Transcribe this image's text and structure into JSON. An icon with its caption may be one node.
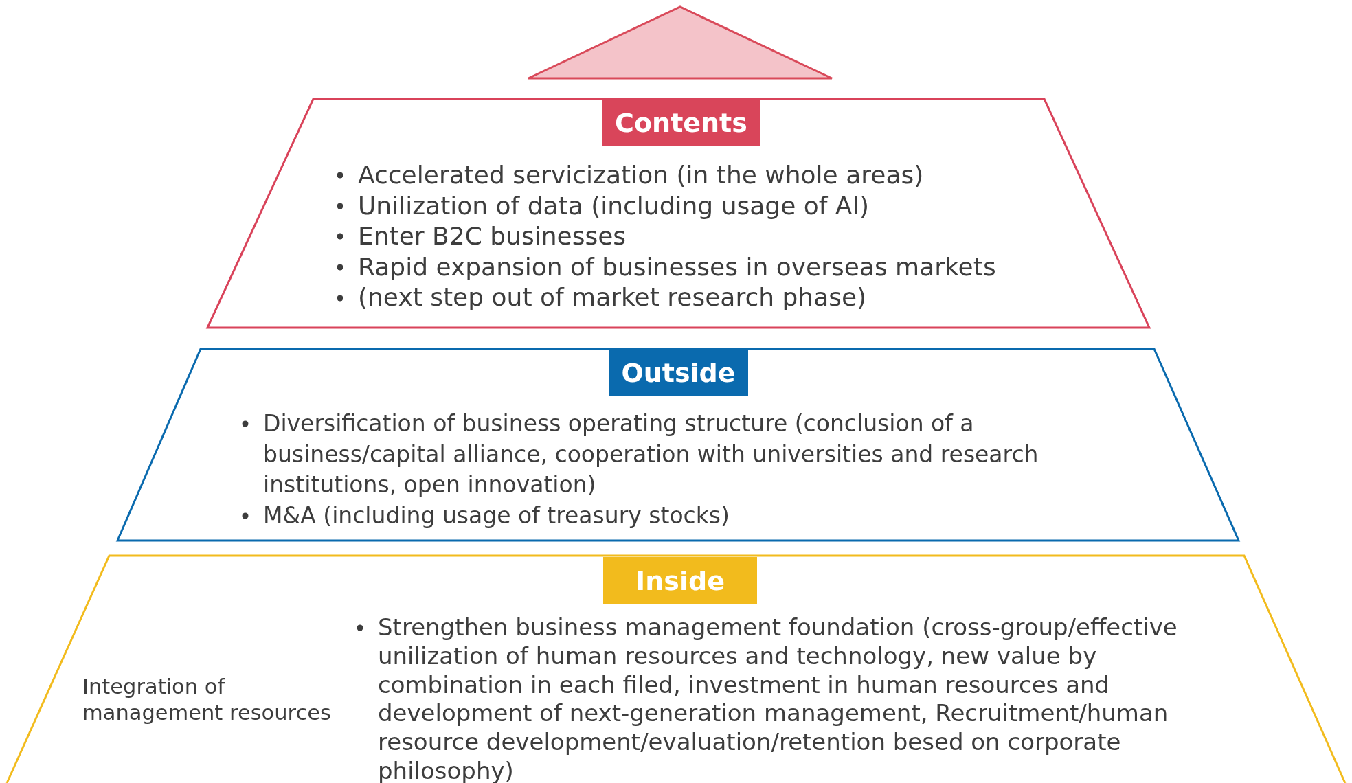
{
  "diagram": {
    "nodes": [
      {
        "text": [],
        "shape": "triangle"
      },
      {
        "text": [
          "Contents",
          "Accelerated servicization (in the whole areas)",
          "Unilization of data (including usage of AI)",
          "Enter B2C businesses",
          "Rapid expansion of businesses in overseas markets",
          "(next step out of market research phase)"
        ]
      },
      {
        "text": [
          "Outside",
          "Diversification of business operating structure (conclusion of a business/capital alliance, cooperation with universities and  research institutions, open innovation)",
          "M&A (including usage of treasury stocks)"
        ]
      },
      {
        "text": [
          "Inside",
          "Integration of management resources",
          "Strengthen business management foundation (cross-group/effective unilization of human resources and technology, new value by combination in each filed, investment in human resources and development of next-generation management, Recruitment/human resource development/evaluation/retention besed on corporate philosophy)"
        ]
      }
    ],
    "edges": []
  }
}
